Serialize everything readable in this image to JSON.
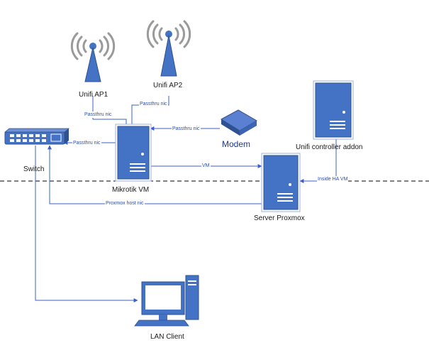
{
  "nodes": {
    "ap1": {
      "label": "Unifi AP1",
      "icon": "wireless-antenna-icon"
    },
    "ap2": {
      "label": "Unifi AP2",
      "icon": "wireless-antenna-icon"
    },
    "modem": {
      "label": "Modem",
      "icon": "modem-icon"
    },
    "unifi_controller": {
      "label": "Unifi controller addon",
      "icon": "server-tower-icon"
    },
    "switch": {
      "label": "Switch",
      "icon": "network-switch-icon"
    },
    "mikrotik": {
      "label": "Mikrotik VM",
      "icon": "server-tower-icon"
    },
    "proxmox": {
      "label": "Server Proxmox",
      "icon": "server-tower-icon"
    },
    "lan_client": {
      "label": "LAN Client",
      "icon": "desktop-computer-icon"
    }
  },
  "edges": {
    "ap1_to_mikrotik": "Passthru nic",
    "ap2_to_mikrotik": "Passthru nic",
    "modem_to_mikrotik": "Passthru nic",
    "mikrotik_to_switch": "Passthru nic",
    "mikrotik_to_proxmox": "VM",
    "proxmox_to_switch": "Proxmox host nic",
    "controller_to_proxmox": "Inside HA VM"
  },
  "colors": {
    "connector": "#3a5fcd",
    "device_fill": "#4472c4",
    "device_stroke": "#2f528f",
    "signal": "#9a9a9a",
    "divider": "#000000",
    "modem_text": "#1f3a8a"
  }
}
